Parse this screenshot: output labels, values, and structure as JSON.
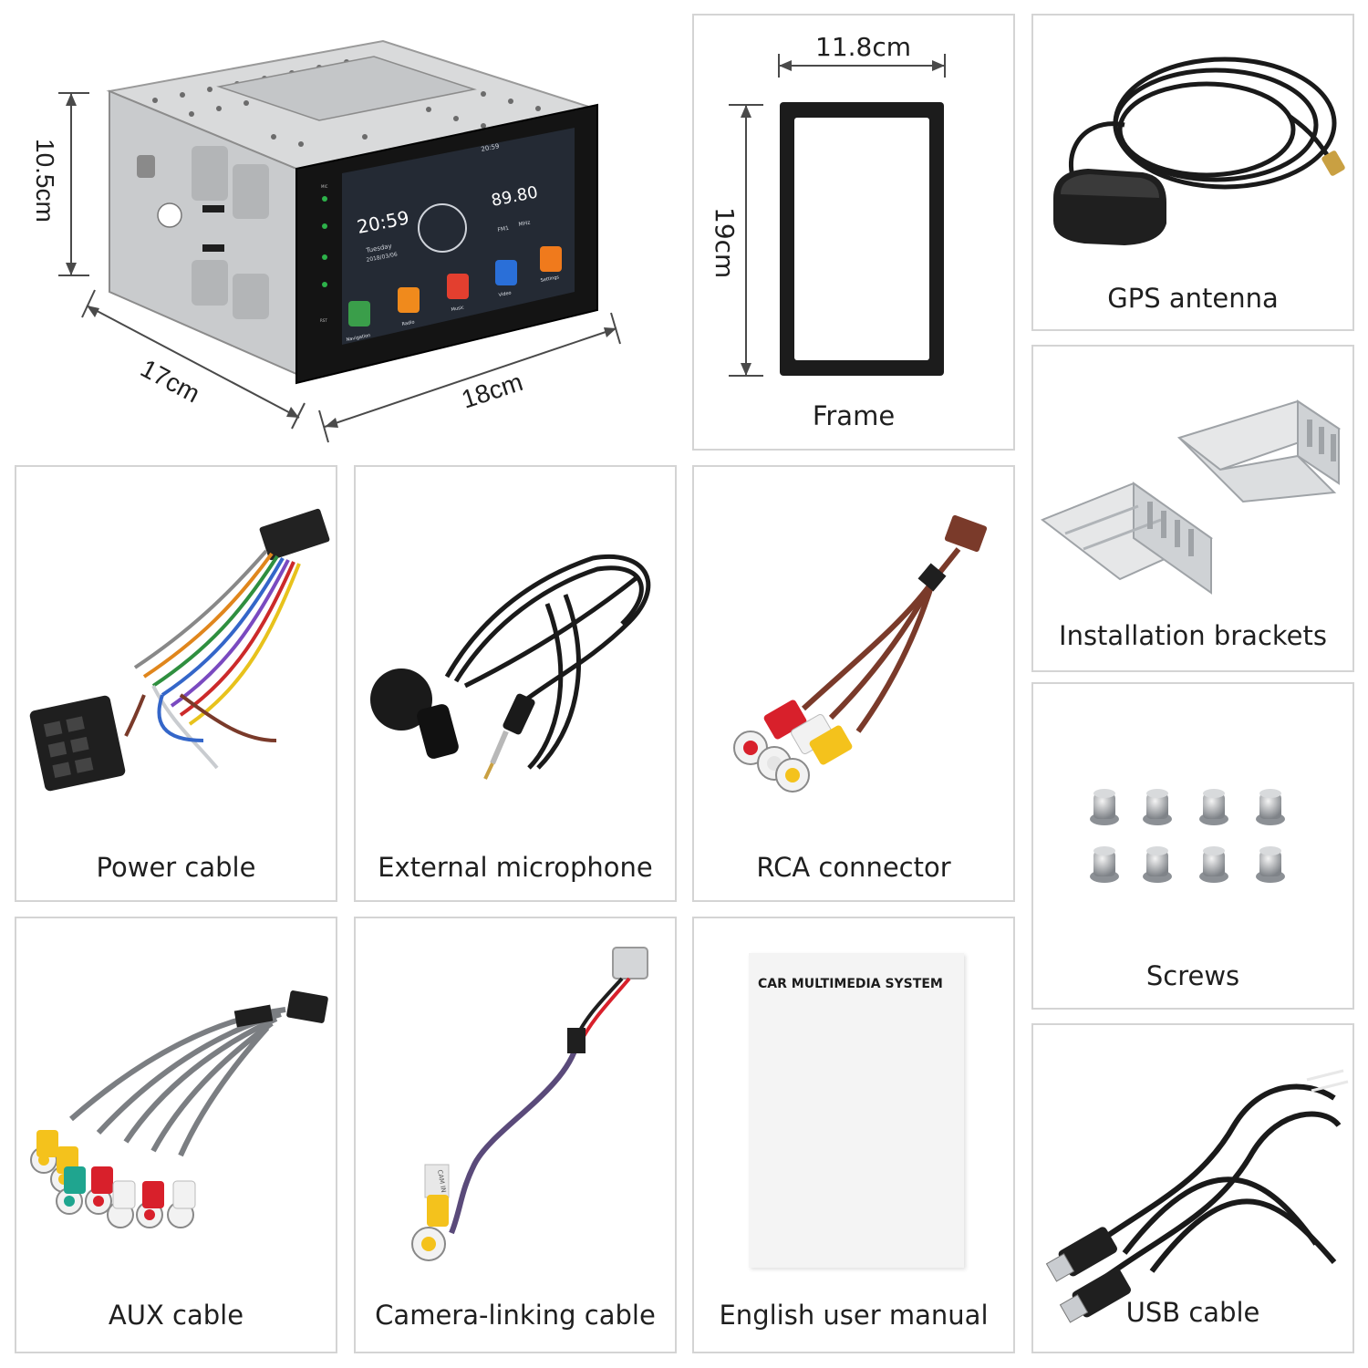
{
  "head_unit": {
    "height_dim": "10.5cm",
    "depth_dim": "17cm",
    "width_dim": "18cm",
    "screen": {
      "status_time": "20:59",
      "clock": "20:59",
      "day": "Tuesday",
      "date": "2018/03/06",
      "frequency": "89.80",
      "band": "FM1",
      "unit": "MHz",
      "apps": [
        "Navigation",
        "Radio",
        "Music",
        "Video",
        "Settings"
      ],
      "side_top": "MIC",
      "side_bottom": "RST"
    }
  },
  "frame": {
    "width_dim": "11.8cm",
    "height_dim": "19cm",
    "label": "Frame"
  },
  "items": {
    "gps": {
      "label": "GPS antenna"
    },
    "brackets": {
      "label": "Installation brackets"
    },
    "screws": {
      "label": "Screws"
    },
    "power": {
      "label": "Power cable"
    },
    "mic": {
      "label": "External microphone"
    },
    "rca": {
      "label": "RCA connector"
    },
    "aux": {
      "label": "AUX cable"
    },
    "camera": {
      "label": "Camera-linking cable",
      "tag": "CAM IN"
    },
    "manual": {
      "label": "English user manual",
      "cover_title": "CAR MULTIMEDIA SYSTEM"
    },
    "usb": {
      "label": "USB cable"
    }
  },
  "colors": {
    "border": "#d4d4d4",
    "rca_red": "#d8202b",
    "rca_yellow": "#f4c21c",
    "rca_white": "#f2f2f2",
    "rca_green": "#1fa58f",
    "cable_brown": "#7a3a2a",
    "cable_purple": "#5a4a7a"
  }
}
